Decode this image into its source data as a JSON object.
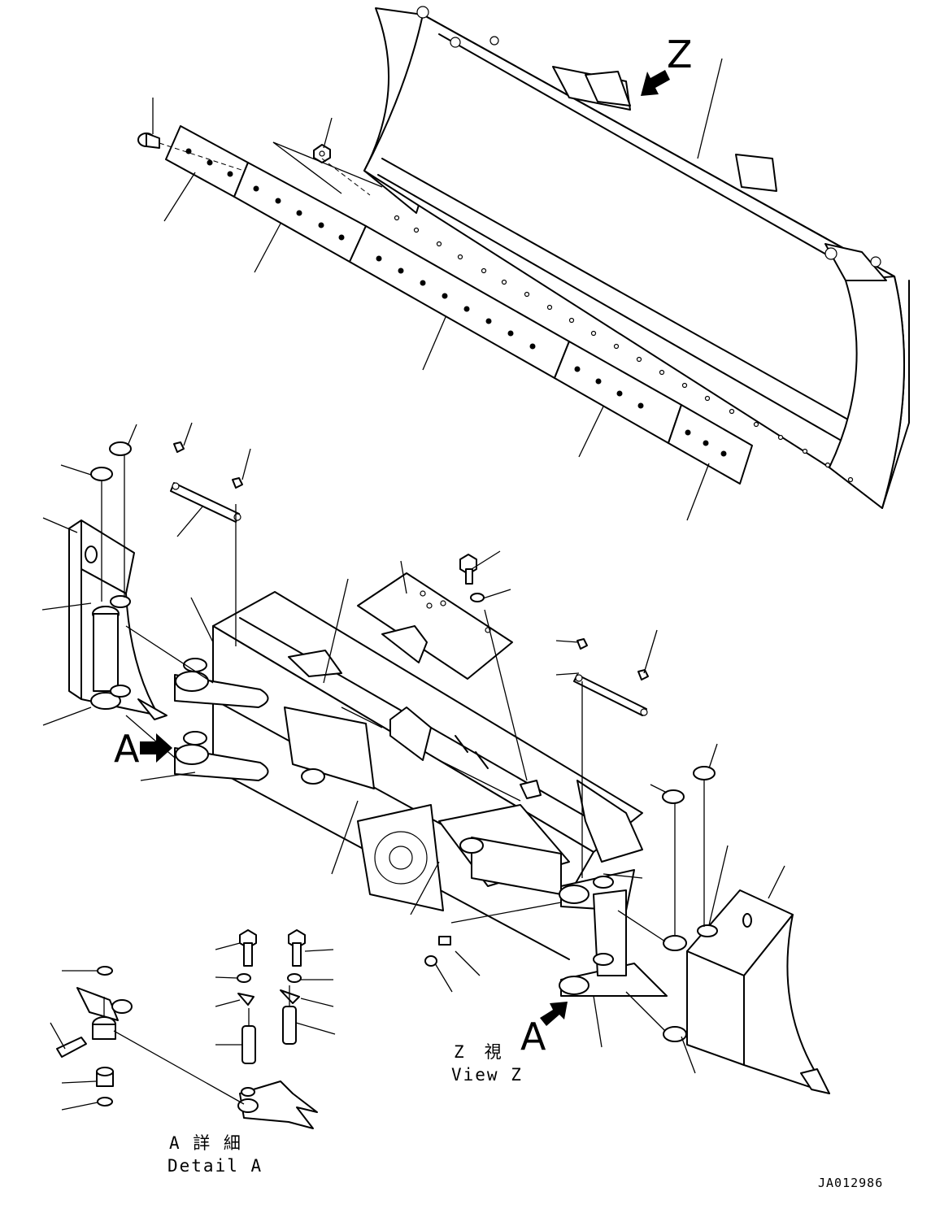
{
  "labels": {
    "view_marker": "Z",
    "arrow_left": "A",
    "arrow_right": "A",
    "view_z_jp": "Z　視",
    "view_z_en": "View Z",
    "detail_a_jp": "A 詳 細",
    "detail_a_en": "Detail A",
    "drawing_code": "JA012986"
  },
  "colors": {
    "line": "#000000",
    "background": "#ffffff"
  }
}
